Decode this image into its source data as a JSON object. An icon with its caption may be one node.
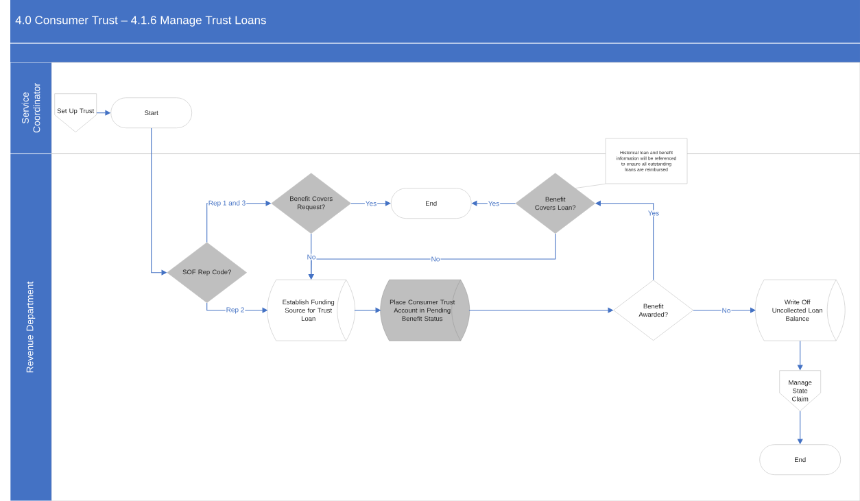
{
  "diagram": {
    "title": "4.0 Consumer Trust – 4.1.6 Manage Trust Loans",
    "nodes": [
      {
        "text": [
          "Service Coordinator"
        ]
      },
      {
        "text": [
          "Set Up Trust"
        ],
        "in": 0
      },
      {
        "text": [
          "Start"
        ],
        "in": 0
      },
      {
        "text": [
          "Revenue Department"
        ]
      },
      {
        "text": [
          "Benefit Covers Request?"
        ],
        "in": 3
      },
      {
        "text": [
          "End"
        ],
        "in": 3
      },
      {
        "text": [
          "Benefit Covers Loan?"
        ],
        "in": 3
      },
      {
        "text": [
          "Historical loan and benefit information will be referenced to ensure all outstanding loans are reimbursed"
        ]
      },
      {
        "text": [
          "SOF Rep Code?"
        ],
        "in": 3
      },
      {
        "text": [
          "Establish Funding Source for Trust Loan"
        ],
        "in": 3
      },
      {
        "text": [
          "Place Consumer Trust Account in Pending Benefit Status"
        ],
        "in": 3
      },
      {
        "text": [
          "Benefit Awarded?"
        ],
        "in": 3
      },
      {
        "text": [
          "Write Off Uncollected Loan Balance"
        ],
        "in": 3
      },
      {
        "text": [
          "Manage State Claim"
        ],
        "in": 3
      },
      {
        "text": [
          "End"
        ],
        "in": 3
      }
    ],
    "edges": [
      {
        "from": 1,
        "to": 2,
        "arrow": "to"
      },
      {
        "from": 2,
        "to": 8,
        "arrow": "to"
      },
      {
        "from": 8,
        "to": 4,
        "arrow": "to",
        "label": "Rep 1 and 3"
      },
      {
        "from": 8,
        "to": 9,
        "arrow": "to",
        "label": "Rep 2"
      },
      {
        "from": 4,
        "to": 5,
        "arrow": "to",
        "label": "Yes"
      },
      {
        "from": 6,
        "to": 5,
        "arrow": "to",
        "label": "Yes"
      },
      {
        "from": 4,
        "to": 9,
        "arrow": "to",
        "label": "No"
      },
      {
        "from": 6,
        "to": 9,
        "arrow": "to",
        "label": "No"
      },
      {
        "from": 9,
        "to": 10,
        "arrow": "to"
      },
      {
        "from": 10,
        "to": 11,
        "arrow": "to"
      },
      {
        "from": 11,
        "to": 6,
        "arrow": "to",
        "label": "Yes"
      },
      {
        "from": 11,
        "to": 12,
        "arrow": "to",
        "label": "No"
      },
      {
        "from": 12,
        "to": 13,
        "arrow": "to"
      },
      {
        "from": 13,
        "to": 14,
        "arrow": "to"
      },
      {
        "from": 7,
        "to": 6,
        "arrow": "none",
        "color": "#bfbfbf"
      }
    ]
  }
}
